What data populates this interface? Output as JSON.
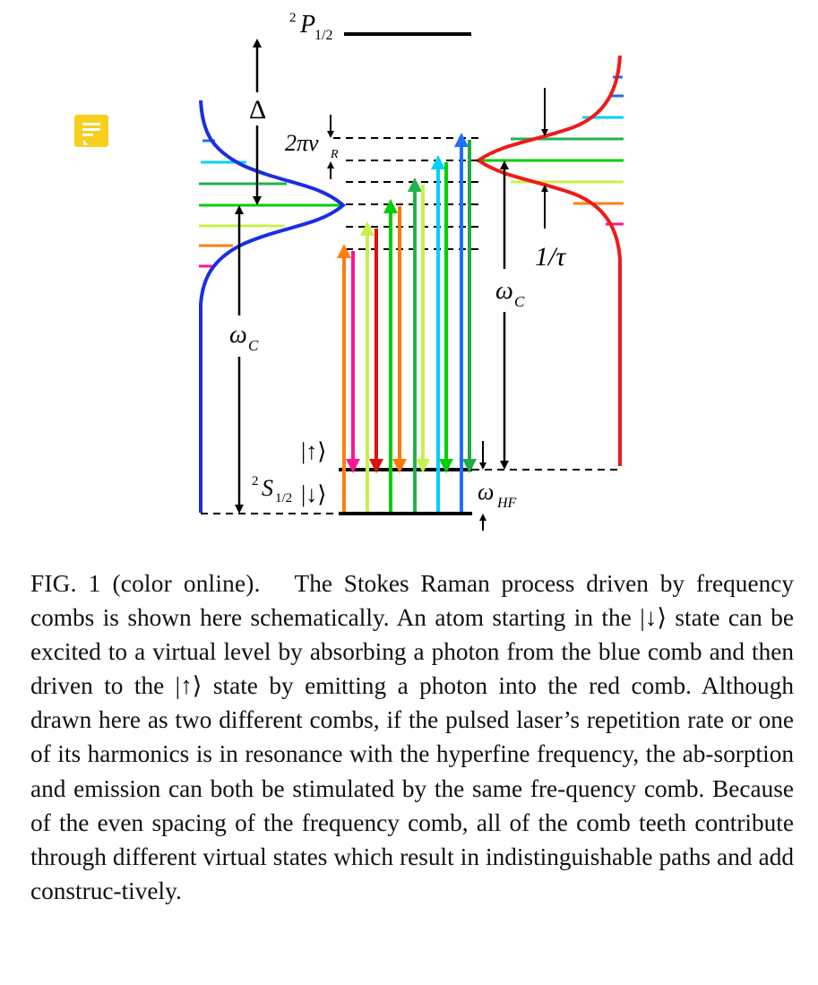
{
  "figure": {
    "labels": {
      "p_level": "²P₁/₂",
      "p_sup": "2",
      "p_main": "P",
      "p_sub": "1/2",
      "s_sup": "2",
      "s_main": "S",
      "s_sub": "1/2",
      "delta": "Δ",
      "rep_rate": "2πν",
      "rep_rate_main": "2πν",
      "rep_rate_sub": "R",
      "omega_c_left": "ω",
      "omega_c_right": "ω",
      "omega_sub": "C",
      "omega_hf": "ω",
      "omega_hf_sub": "HF",
      "pulse": "1/τ",
      "ket_up": "|↑⟩",
      "ket_down": "|↓⟩"
    },
    "colors": {
      "blue_comb": "#1a2fe0",
      "red_comb": "#f01a1a",
      "teeth": [
        "#ff7f0e",
        "#ff1493",
        "#e01010",
        "#ff7700",
        "#c8f04a",
        "#00d000",
        "#22b24c",
        "#66ffaa",
        "#00cfff",
        "#1e6fff",
        "#22aa44"
      ]
    }
  },
  "note_icon": "sticky-note-icon",
  "caption": {
    "label": "FIG. 1 (color online).",
    "text": "The Stokes Raman process driven by frequency combs is shown here schematically. An atom starting in the |↓⟩ state can be excited to a virtual level by absorbing a photon from the blue comb and then driven to the |↑⟩ state by emitting a photon into the red comb. Although drawn here as two different combs, if the pulsed laser’s repetition rate or one of its harmonics is in resonance with the hyperfine frequency, the ab-sorption and emission can both be stimulated by the same fre-quency comb. Because of the even spacing of the frequency comb, all of the comb teeth contribute through different virtual states which result in indistinguishable paths and add construc-tively."
  }
}
